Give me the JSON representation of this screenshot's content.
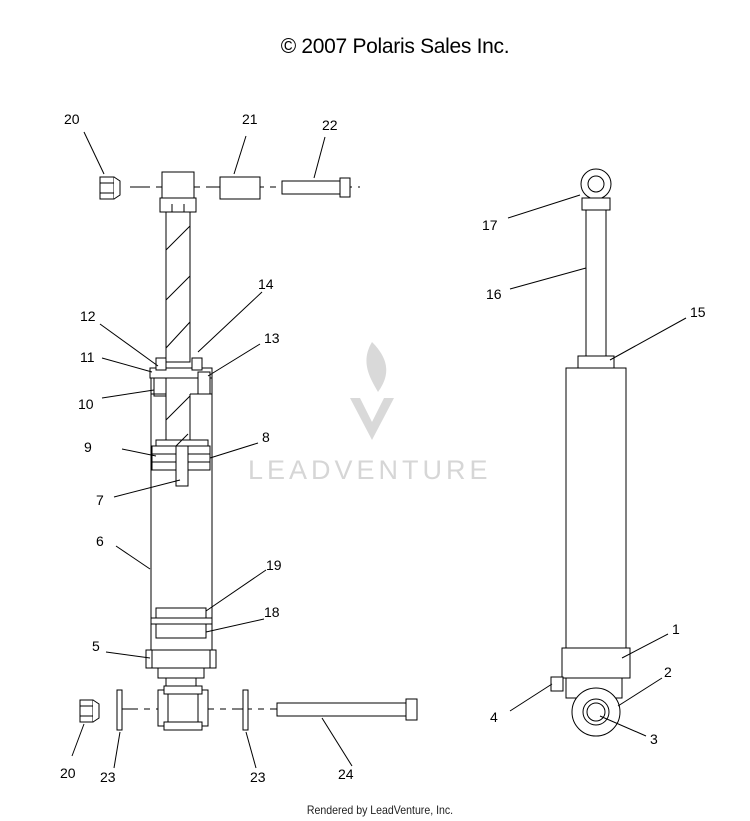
{
  "header": {
    "copyright": "© 2007 Polaris Sales Inc."
  },
  "footer": {
    "rendered_by": "Rendered by LeadVenture, Inc."
  },
  "watermark": {
    "text": "LEADVENTURE",
    "color": "#d6d6d6"
  },
  "callouts": {
    "c1": "1",
    "c2": "2",
    "c3": "3",
    "c4": "4",
    "c5": "5",
    "c6": "6",
    "c7": "7",
    "c8": "8",
    "c9": "9",
    "c10": "10",
    "c11": "11",
    "c12": "12",
    "c13": "13",
    "c14": "14",
    "c15": "15",
    "c16": "16",
    "c17": "17",
    "c18": "18",
    "c19": "19",
    "c20a": "20",
    "c20b": "20",
    "c21": "21",
    "c22": "22",
    "c23a": "23",
    "c23b": "23",
    "c24": "24"
  }
}
